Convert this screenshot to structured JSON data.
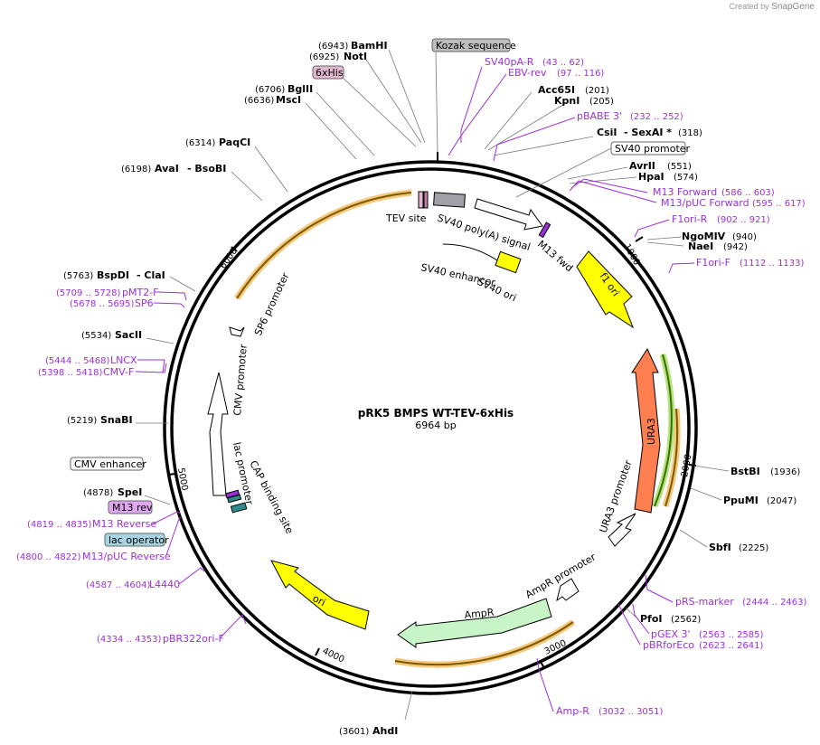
{
  "brand": {
    "prefix": "Created by",
    "name": "SnapGene"
  },
  "plasmid": {
    "name": "pRK5  BMPS WT-TEV-6xHis",
    "length": "6964 bp"
  },
  "ticks": [
    "1000",
    "2000",
    "3000",
    "4000",
    "5000",
    "6000"
  ],
  "sites": [
    {
      "name": "BamHI",
      "pos": "(6943)"
    },
    {
      "name": "NotI",
      "pos": "(6925)"
    },
    {
      "name": "BglII",
      "pos": "(6706)"
    },
    {
      "name": "MscI",
      "pos": "(6636)"
    },
    {
      "name": "PaqCI",
      "pos": "(6314)"
    },
    {
      "name": "AvaI",
      "pos": "(6198)"
    },
    {
      "name": "- BsoBI",
      "pos": ""
    },
    {
      "name": "BspDI",
      "pos": "(5763)"
    },
    {
      "name": "- ClaI",
      "pos": ""
    },
    {
      "name": "SacII",
      "pos": "(5534)"
    },
    {
      "name": "SnaBI",
      "pos": "(5219)"
    },
    {
      "name": "SpeI",
      "pos": "(4878)"
    },
    {
      "name": "AhdI",
      "pos": "(3601)"
    },
    {
      "name": "Acc65I",
      "pos": "(201)"
    },
    {
      "name": "KpnI",
      "pos": "(205)"
    },
    {
      "name": "CsiI",
      "pos": ""
    },
    {
      "name": "- SexAI *",
      "pos": "(318)"
    },
    {
      "name": "AvrII",
      "pos": "(551)"
    },
    {
      "name": "HpaI",
      "pos": "(574)"
    },
    {
      "name": "NgoMIV",
      "pos": "(940)"
    },
    {
      "name": "NaeI",
      "pos": "(942)"
    },
    {
      "name": "BstBI",
      "pos": "(1936)"
    },
    {
      "name": "PpuMI",
      "pos": "(2047)"
    },
    {
      "name": "SbfI",
      "pos": "(2225)"
    },
    {
      "name": "PfoI",
      "pos": "(2562)"
    }
  ],
  "primers": [
    {
      "name": "SV40pA-R",
      "range": "(43 .. 62)"
    },
    {
      "name": "EBV-rev",
      "range": "(97 .. 116)"
    },
    {
      "name": "pBABE 3'",
      "range": "(232 .. 252)"
    },
    {
      "name": "M13 Forward",
      "range": "(586 .. 603)"
    },
    {
      "name": "M13/pUC Forward",
      "range": "(595 .. 617)"
    },
    {
      "name": "F1ori-R",
      "range": "(902 .. 921)"
    },
    {
      "name": "F1ori-F",
      "range": "(1112 .. 1133)"
    },
    {
      "name": "pRS-marker",
      "range": "(2444 .. 2463)"
    },
    {
      "name": "pGEX 3'",
      "range": "(2563 .. 2585)"
    },
    {
      "name": "pBRforEco",
      "range": "(2623 .. 2641)"
    },
    {
      "name": "Amp-R",
      "range": "(3032 .. 3051)"
    },
    {
      "name": "pBR322ori-F",
      "range": "(4334 .. 4353)"
    },
    {
      "name": "L4440",
      "range": "(4587 .. 4604)"
    },
    {
      "name": "M13/pUC Reverse",
      "range": "(4800 .. 4822)"
    },
    {
      "name": "M13 Reverse",
      "range": "(4819 .. 4835)"
    },
    {
      "name": "LNCX",
      "range": "(5444 .. 5468)"
    },
    {
      "name": "CMV-F",
      "range": "(5398 .. 5418)"
    },
    {
      "name": "pMT2-F",
      "range": "(5709 .. 5728)"
    },
    {
      "name": "SP6",
      "range": "(5678 .. 5695)"
    }
  ],
  "boxed_features": [
    {
      "name": "Kozak sequence",
      "color": "#bdbdbd"
    },
    {
      "name": "6xHis",
      "color": "#e3b7cf"
    },
    {
      "name": "SV40 promoter",
      "color": "#ffffff"
    },
    {
      "name": "CMV enhancer",
      "color": "#ffffff"
    },
    {
      "name": "M13 rev",
      "color": "#e0a8f0"
    },
    {
      "name": "lac operator",
      "color": "#a8d5e3"
    }
  ],
  "features": [
    {
      "name": "TEV site"
    },
    {
      "name": "SV40 poly(A) signal"
    },
    {
      "name": "M13 fwd"
    },
    {
      "name": "SV40 enhancer"
    },
    {
      "name": "SV40 ori"
    },
    {
      "name": "f1 ori",
      "color": "#ffff00"
    },
    {
      "name": "URA3",
      "color": "#ff7f50"
    },
    {
      "name": "URA3 promoter"
    },
    {
      "name": "AmpR promoter"
    },
    {
      "name": "AmpR",
      "color": "#c8f5c8"
    },
    {
      "name": "ori",
      "color": "#ffff00"
    },
    {
      "name": "CAP binding site"
    },
    {
      "name": "lac promoter"
    },
    {
      "name": "CMV promoter"
    },
    {
      "name": "SP6 promoter"
    }
  ]
}
